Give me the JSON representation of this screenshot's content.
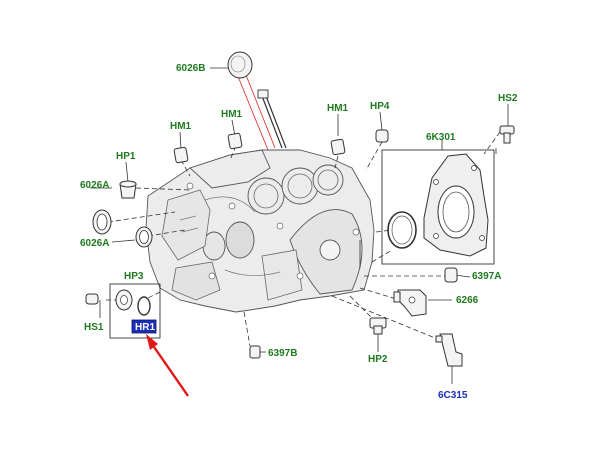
{
  "diagram": {
    "labels": {
      "6026B": "6026B",
      "HM1_left": "HM1",
      "HM1_mid": "HM1",
      "HM1_right": "HM1",
      "HP4": "HP4",
      "HS2": "HS2",
      "HP1": "HP1",
      "6K301": "6K301",
      "6026A_top": "6026A",
      "6026A_bottom": "6026A",
      "HP3": "HP3",
      "HS1": "HS1",
      "HR1": "HR1",
      "6397A": "6397A",
      "6266": "6266",
      "HP2": "HP2",
      "6397B": "6397B",
      "6C315": "6C315"
    },
    "colors": {
      "label_green": "#1f7a1f",
      "label_blue": "#1c2fb8",
      "highlight_bg": "#1c2fb8",
      "arrow_red": "#e01818"
    }
  }
}
